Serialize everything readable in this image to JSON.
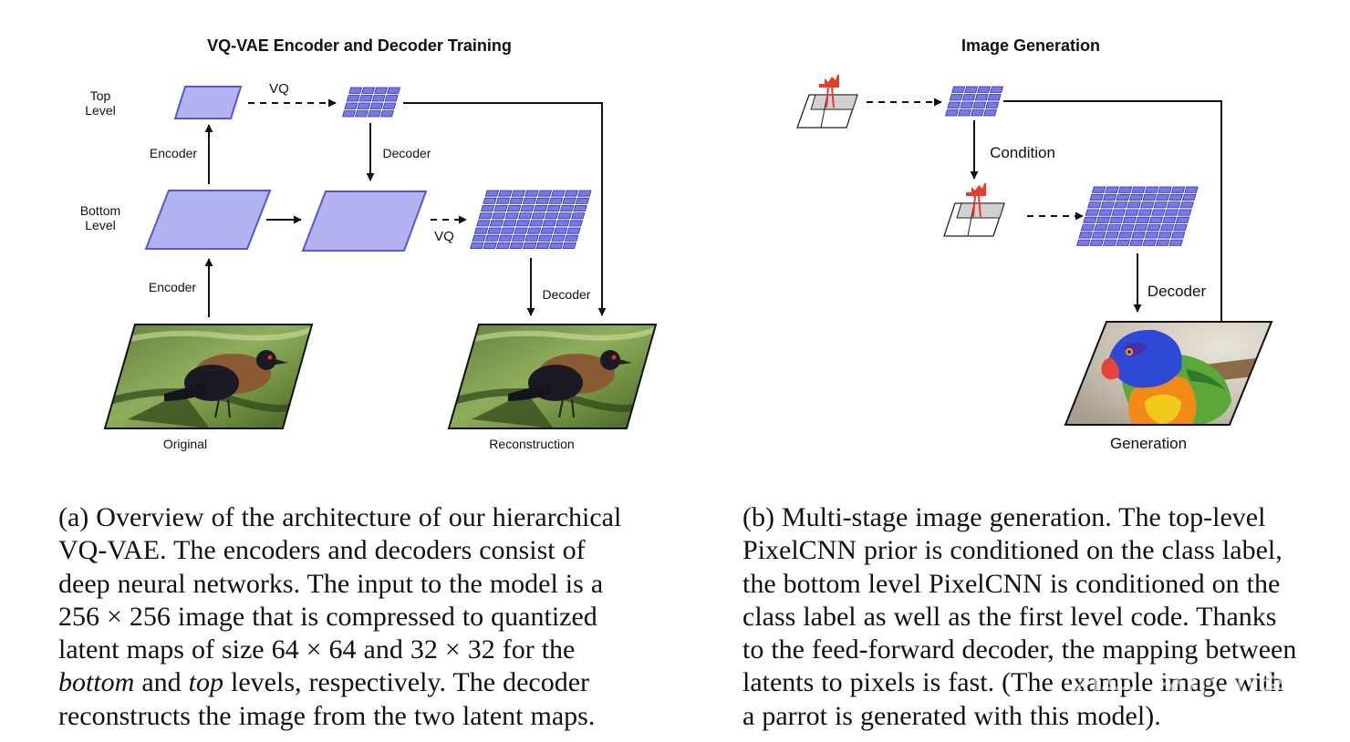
{
  "panel_a": {
    "title": "VQ-VAE Encoder and Decoder Training",
    "top_level_line1": "Top",
    "top_level_line2": "Level",
    "bottom_level_line1": "Bottom",
    "bottom_level_line2": "Level",
    "vq_top": "VQ",
    "vq_bottom": "VQ",
    "encoder_upper": "Encoder",
    "encoder_lower": "Encoder",
    "decoder_top": "Decoder",
    "decoder_bottom": "Decoder",
    "original_label": "Original",
    "reconstruction_label": "Reconstruction"
  },
  "panel_b": {
    "title": "Image Generation",
    "condition_label": "Condition",
    "decoder_label": "Decoder",
    "generation_label": "Generation"
  },
  "captions": {
    "a": {
      "l1": "(a) Overview of the architecture of our hierarchical",
      "l2": "VQ-VAE. The encoders and decoders consist of",
      "l3": "deep neural networks. The input to the model is a",
      "l4": "256 × 256 image that is compressed to quantized",
      "l5": "latent maps of size 64 × 64 and 32 × 32 for the",
      "l6_em1": "bottom",
      "l6_mid": " and ",
      "l6_em2": "top",
      "l6_rest": " levels, respectively. The decoder",
      "l7": "reconstructs the image from the two latent maps."
    },
    "b": {
      "l1": "(b) Multi-stage image generation. The top-level",
      "l2": "PixelCNN prior is conditioned on the class label,",
      "l3": "the bottom level PixelCNN is conditioned on the",
      "l4": "class label as well as the first level code. Thanks",
      "l5": "to the feed-forward decoder, the mapping between",
      "l6": "latents to pixels is fast. (The example image with",
      "l7": "a parrot is generated with this model)."
    }
  },
  "watermark": "知乎 @小小将",
  "colors": {
    "latent_fill": "#b3b3f2",
    "latent_stroke": "#5656d6",
    "grid_fill": "#7777ee",
    "grid_stroke": "#2f2fb0",
    "prior_red": "#e63c2c",
    "parrot_blue": "#2e49d6",
    "parrot_orange": "#f28a16",
    "parrot_green": "#5aa83a"
  }
}
